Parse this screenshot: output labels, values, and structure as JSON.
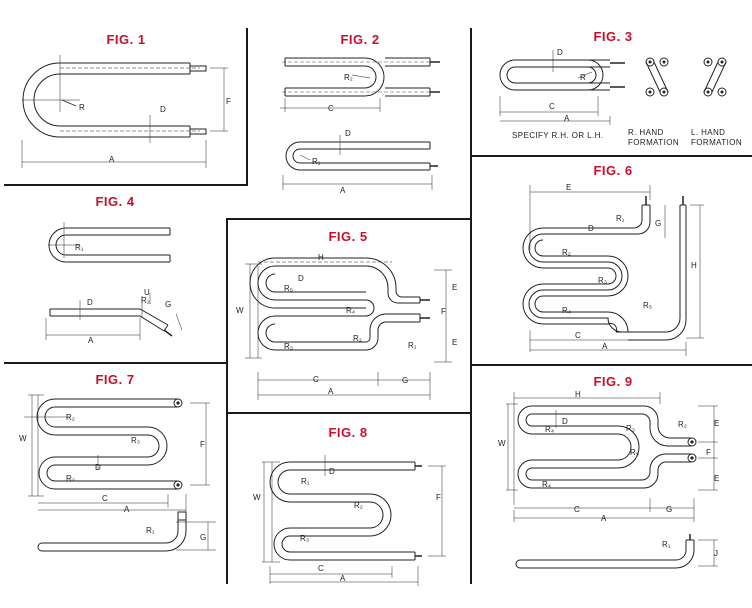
{
  "figures": {
    "fig1": {
      "title": "FIG. 1",
      "labels": {
        "r": "R",
        "d": "D",
        "f": "F",
        "a": "A"
      }
    },
    "fig2": {
      "title": "FIG. 2",
      "labels": {
        "r2": "R₂",
        "c": "C",
        "d": "D",
        "r1": "R₁",
        "a": "A"
      }
    },
    "fig3": {
      "title": "FIG. 3",
      "labels": {
        "d": "D",
        "r": "R",
        "c": "C",
        "a": "A"
      },
      "specify": "SPECIFY R.H. OR L.H.",
      "r_hand": "R. HAND",
      "l_hand": "L. HAND",
      "formation": "FORMATION"
    },
    "fig4": {
      "title": "FIG. 4",
      "labels": {
        "r1": "R₁",
        "d": "D",
        "u": "U",
        "r2": "R₂",
        "g": "G",
        "a": "A"
      }
    },
    "fig5": {
      "title": "FIG. 5",
      "labels": {
        "h": "H",
        "d": "D",
        "w": "W",
        "r5": "R₅",
        "r4": "R₄",
        "r2": "R₂",
        "r3": "R₃",
        "r1": "R₁",
        "e": "E",
        "f": "F",
        "c": "C",
        "g": "G",
        "a": "A"
      }
    },
    "fig6": {
      "title": "FIG. 6",
      "labels": {
        "e": "E",
        "r1": "R₁",
        "g": "G",
        "d": "D",
        "r2": "R₂",
        "h": "H",
        "r3": "R₃",
        "r4": "R₄",
        "r5": "R₅",
        "c": "C",
        "a": "A"
      }
    },
    "fig7": {
      "title": "FIG. 7",
      "labels": {
        "r2a": "R₂",
        "w": "W",
        "r3": "R₃",
        "f": "F",
        "d": "D",
        "r2b": "R₂",
        "c": "C",
        "a": "A",
        "r1": "R₁",
        "g": "G"
      }
    },
    "fig8": {
      "title": "FIG. 8",
      "labels": {
        "d": "D",
        "r1": "R₁",
        "w": "W",
        "f": "F",
        "r2": "R₂",
        "r3": "R₃",
        "c": "C",
        "a": "A"
      }
    },
    "fig9": {
      "title": "FIG. 9",
      "labels": {
        "h": "H",
        "r4a": "R₄",
        "d": "D",
        "r3": "R₃",
        "r2": "R₂",
        "e1": "E",
        "w": "W",
        "r5": "R₅",
        "f": "F",
        "r4b": "R₄",
        "e2": "E",
        "c": "C",
        "g": "G",
        "a": "A",
        "r1": "R₁",
        "j": "J"
      }
    }
  }
}
